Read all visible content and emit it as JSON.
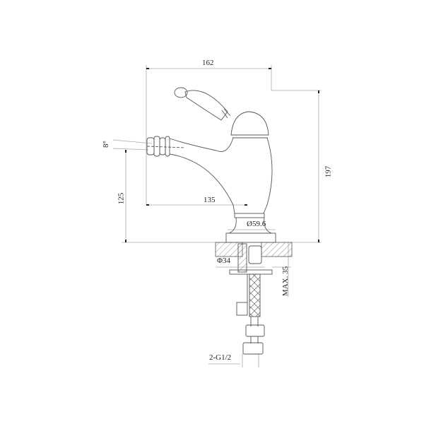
{
  "drawing": {
    "title": "Bidet mixer dimension drawing",
    "line_color": "#555555",
    "dim_line_color": "#aaaaaa",
    "dimensions": {
      "overall_width": "162",
      "spout_reach": "135",
      "overall_height": "197",
      "spout_height": "125",
      "spout_angle": "8°",
      "base_diameter": "Ø59.6",
      "hole_diameter": "Φ34",
      "max_deck_thickness": "MAX. 35",
      "connection": "2-G1/2"
    }
  }
}
